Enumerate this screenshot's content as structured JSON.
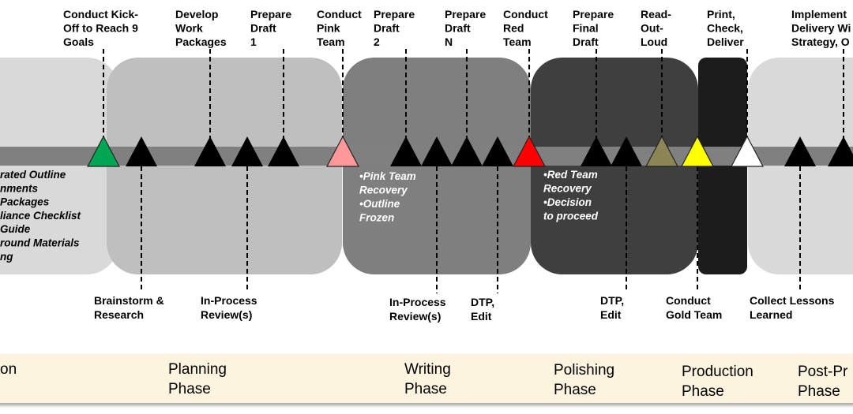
{
  "colors": {
    "band": "#808080",
    "phase_bar": "#fdf4df",
    "panels": [
      "#d9d9d9",
      "#bfbfbf",
      "#7f7f7f",
      "#3f3f3f",
      "#1c1c1c",
      "#d9d9d9"
    ]
  },
  "markers": [
    {
      "color": "#00a651"
    },
    {
      "color": "#000000"
    },
    {
      "color": "#000000"
    },
    {
      "color": "#000000"
    },
    {
      "color": "#000000"
    },
    {
      "color": "#ff9999"
    },
    {
      "color": "#000000"
    },
    {
      "color": "#000000"
    },
    {
      "color": "#000000"
    },
    {
      "color": "#000000"
    },
    {
      "color": "#ff0000"
    },
    {
      "color": "#000000"
    },
    {
      "color": "#000000"
    },
    {
      "color": "#8c8656"
    },
    {
      "color": "#ffff00"
    },
    {
      "color": "#ffffff"
    },
    {
      "color": "#000000"
    },
    {
      "color": "#000000"
    }
  ],
  "top_labels": [
    {
      "lines": [
        "Conduct Kick-",
        "Off to Reach 9",
        "Goals"
      ]
    },
    {
      "lines": [
        "Develop",
        "Work",
        "Packages"
      ]
    },
    {
      "lines": [
        "Prepare",
        "Draft",
        "1"
      ]
    },
    {
      "lines": [
        "Conduct",
        "Pink",
        "Team"
      ]
    },
    {
      "lines": [
        "Prepare",
        "Draft",
        "2"
      ]
    },
    {
      "lines": [
        "Prepare",
        "Draft",
        "N"
      ]
    },
    {
      "lines": [
        "Conduct",
        "Red",
        "Team"
      ]
    },
    {
      "lines": [
        "Prepare",
        "Final",
        "Draft"
      ]
    },
    {
      "lines": [
        "Read-",
        "Out-",
        "Loud"
      ]
    },
    {
      "lines": [
        "Print,",
        "Check,",
        "Deliver"
      ]
    },
    {
      "lines": [
        "Implement",
        "Delivery Wi",
        "Strategy, O"
      ]
    }
  ],
  "bottom_labels": [
    {
      "lines": [
        "Brainstorm &",
        "Research"
      ]
    },
    {
      "lines": [
        "In-Process",
        "Review(s)"
      ]
    },
    {
      "lines": [
        "In-Process",
        "Review(s)"
      ]
    },
    {
      "lines": [
        "DTP,",
        "Edit"
      ]
    },
    {
      "lines": [
        "DTP,",
        "Edit"
      ]
    },
    {
      "lines": [
        "Conduct",
        "Gold Team"
      ]
    },
    {
      "lines": [
        "Collect Lessons",
        "Learned"
      ]
    }
  ],
  "notes": [
    {
      "lines": [
        "rated Outline",
        "nments",
        "Packages",
        "liance Checklist",
        "Guide",
        "round Materials",
        "ng"
      ],
      "color": "#000000"
    },
    {
      "lines": [
        "•Pink Team",
        "Recovery",
        "•Outline",
        "Frozen"
      ],
      "color": "#ffffff"
    },
    {
      "lines": [
        "•Red Team",
        "Recovery",
        "•Decision",
        "to proceed"
      ],
      "color": "#ffffff"
    }
  ],
  "phases": [
    {
      "lines": [
        "on"
      ]
    },
    {
      "lines": [
        "Planning",
        "Phase"
      ]
    },
    {
      "lines": [
        "Writing",
        "Phase"
      ]
    },
    {
      "lines": [
        "Polishing",
        "Phase"
      ]
    },
    {
      "lines": [
        "Production",
        "Phase"
      ]
    },
    {
      "lines": [
        "Post-Pr",
        "Phase"
      ]
    }
  ]
}
